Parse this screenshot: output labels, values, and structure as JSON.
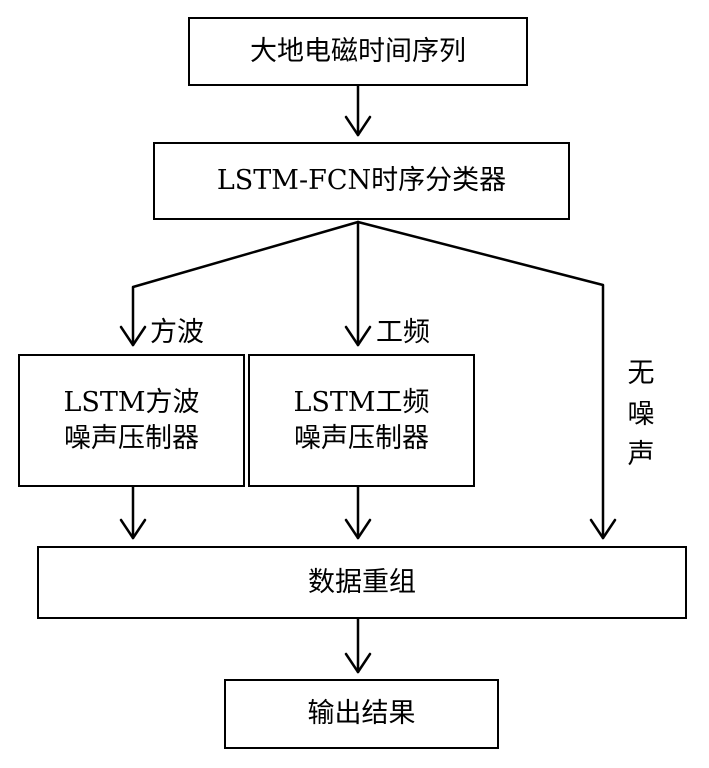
{
  "nodes": {
    "input": "大地电磁时间序列",
    "classifier": "LSTM-FCN时序分类器",
    "square_suppressor": [
      "LSTM方波",
      "噪声压制器"
    ],
    "power_suppressor": [
      "LSTM工频",
      "噪声压制器"
    ],
    "recombine": "数据重组",
    "output": "输出结果"
  },
  "edge_labels": {
    "square_wave": "方波",
    "power_freq": "工频",
    "no_noise": [
      "无",
      "噪",
      "声"
    ]
  }
}
